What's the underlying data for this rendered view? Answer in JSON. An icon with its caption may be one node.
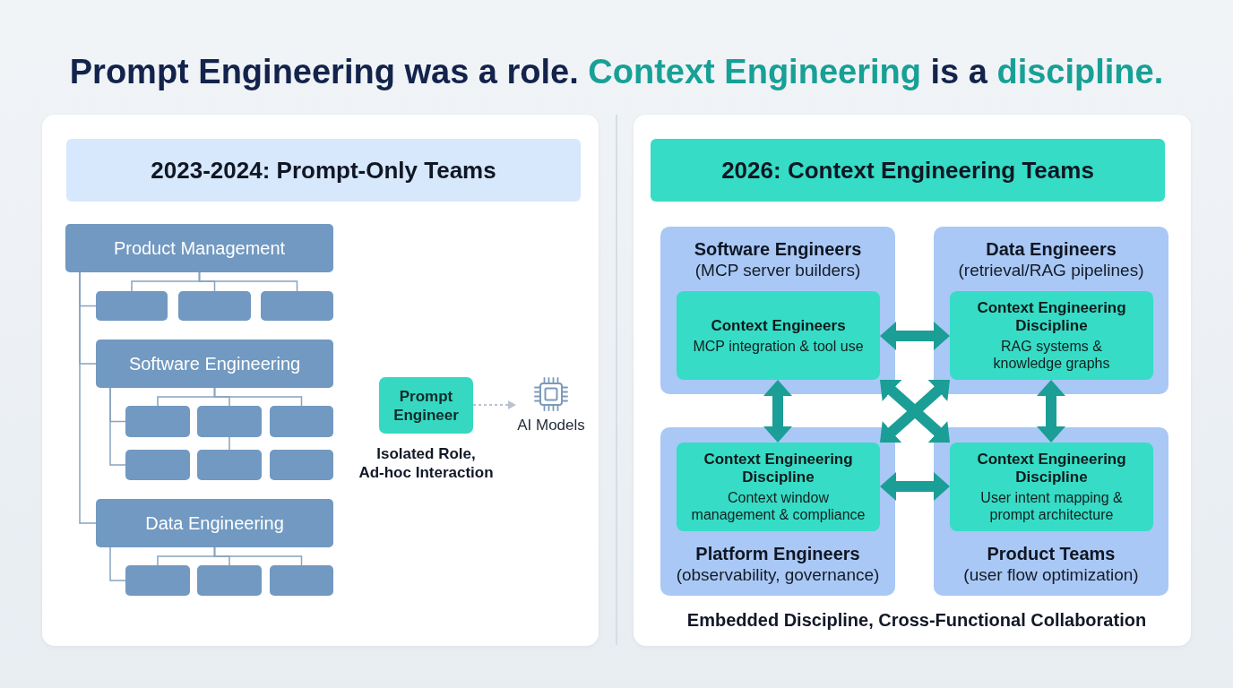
{
  "diagram": {
    "title": "Prompt Engineering was a role. **Context Engineering** is a **discipline.**",
    "nodes": [
      {
        "text": [],
        "shape": "box"
      },
      {
        "text": [
          "2023-2024: Prompt-Only Teams"
        ],
        "in": 0
      },
      {
        "text": [
          "Product Management"
        ],
        "in": 0
      },
      {
        "text": [],
        "shape": "box",
        "in": 0
      },
      {
        "text": [],
        "shape": "box",
        "in": 0
      },
      {
        "text": [],
        "shape": "box",
        "in": 0
      },
      {
        "text": [
          "Software Engineering"
        ],
        "in": 0
      },
      {
        "text": [],
        "shape": "box",
        "in": 0
      },
      {
        "text": [],
        "shape": "box",
        "in": 0
      },
      {
        "text": [],
        "shape": "box",
        "in": 0
      },
      {
        "text": [],
        "shape": "box",
        "in": 0
      },
      {
        "text": [],
        "shape": "box",
        "in": 0
      },
      {
        "text": [],
        "shape": "box",
        "in": 0
      },
      {
        "text": [
          "Data Engineering"
        ],
        "in": 0
      },
      {
        "text": [],
        "shape": "box",
        "in": 0
      },
      {
        "text": [],
        "shape": "box",
        "in": 0
      },
      {
        "text": [],
        "shape": "box",
        "in": 0
      },
      {
        "text": [
          "Prompt Engineer"
        ],
        "in": 0,
        "beside": [
          "Isolated Role, Ad-hoc Interaction"
        ]
      },
      {
        "text": [
          "AI Models"
        ],
        "in": 0
      },
      {
        "text": [],
        "shape": "box"
      },
      {
        "text": [
          "2026: Context Engineering Teams"
        ],
        "in": 19
      },
      {
        "text": [
          "Software Engineers",
          "(MCP server builders)"
        ],
        "in": 19
      },
      {
        "text": [
          "Context Engineers",
          "MCP integration & tool use"
        ],
        "in": 21
      },
      {
        "text": [
          "Data Engineers",
          "(retrieval/RAG pipelines)"
        ],
        "in": 19
      },
      {
        "text": [
          "Context Engineering Discipline",
          "RAG systems & knowledge graphs"
        ],
        "in": 23
      },
      {
        "text": [
          "Platform Engineers",
          "(observability, governance)"
        ],
        "in": 19
      },
      {
        "text": [
          "Context Engineering Discipline",
          "Context window management & compliance"
        ],
        "in": 25
      },
      {
        "text": [
          "Product Teams",
          "(user flow optimization)"
        ],
        "in": 19
      },
      {
        "text": [
          "Context Engineering Discipline",
          "User intent mapping & prompt architecture"
        ],
        "in": 27
      }
    ],
    "edges": [
      {
        "from": 2,
        "to": 3,
        "arrow": "none"
      },
      {
        "from": 2,
        "to": 6,
        "arrow": "none"
      },
      {
        "from": 2,
        "to": 13,
        "arrow": "none"
      },
      {
        "from": 2,
        "to": 3,
        "arrow": "none"
      },
      {
        "from": 2,
        "to": 4,
        "arrow": "none"
      },
      {
        "from": 2,
        "to": 5,
        "arrow": "none"
      },
      {
        "from": 6,
        "to": 7,
        "arrow": "none"
      },
      {
        "from": 6,
        "to": 10,
        "arrow": "none"
      },
      {
        "from": 6,
        "to": 7,
        "arrow": "none"
      },
      {
        "from": 6,
        "to": 8,
        "arrow": "none"
      },
      {
        "from": 6,
        "to": 9,
        "arrow": "none"
      },
      {
        "from": 8,
        "to": 11,
        "arrow": "none"
      },
      {
        "from": 13,
        "to": 14,
        "arrow": "none"
      },
      {
        "from": 13,
        "to": 14,
        "arrow": "none"
      },
      {
        "from": 13,
        "to": 15,
        "arrow": "none"
      },
      {
        "from": 13,
        "to": 16,
        "arrow": "none"
      },
      {
        "from": 17,
        "to": 18,
        "arrow": "to",
        "style": "dashed",
        "color": "#b8c3cf"
      },
      {
        "from": 22,
        "to": 24,
        "arrow": "both",
        "style": "thick",
        "color": "#1b9e96"
      },
      {
        "from": 22,
        "to": 26,
        "arrow": "both",
        "style": "thick",
        "color": "#1b9e96"
      },
      {
        "from": 24,
        "to": 28,
        "arrow": "both",
        "style": "thick",
        "color": "#1b9e96"
      },
      {
        "from": 22,
        "to": 28,
        "arrow": "both",
        "style": "thick",
        "color": "#1b9e96"
      },
      {
        "from": 24,
        "to": 26,
        "arrow": "both",
        "style": "thick",
        "color": "#1b9e96"
      },
      {
        "from": 26,
        "to": 28,
        "arrow": "both",
        "style": "thick",
        "color": "#1b9e96"
      }
    ],
    "labels": [
      "Embedded Discipline, Cross-Functional Collaboration"
    ]
  }
}
